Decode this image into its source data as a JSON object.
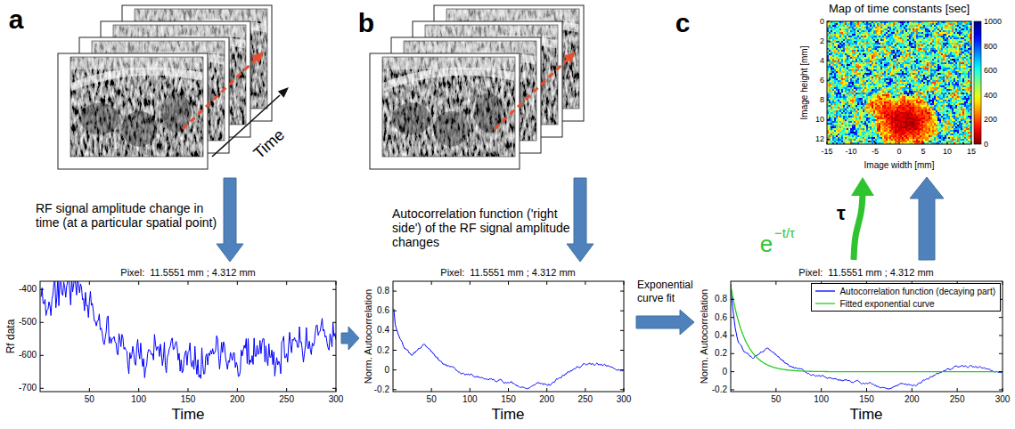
{
  "diagram": {
    "nodes": [
      {
        "text": [
          "Pixel:  11.5551 mm ; 4.312 mm",
          "Rf data",
          "Time"
        ]
      },
      {
        "text": [
          "Pixel:  11.5551 mm ; 4.312 mm",
          "Norm. Autocorrelation",
          "Time"
        ]
      },
      {
        "text": [
          "Map of time constants [sec]",
          "Image height [mm]",
          "Image width [mm]"
        ]
      },
      {
        "text": [
          "Pixel:  11.5551 mm ; 4.312 mm",
          "Norm. Autocorrelation",
          "Time"
        ]
      }
    ],
    "edges": [
      {
        "from": 0,
        "to": 1,
        "arrow": "to"
      },
      {
        "from": 1,
        "to": 3,
        "arrow": "to",
        "label": "Exponential curve fit"
      },
      {
        "from": 3,
        "to": 2,
        "arrow": "to"
      },
      {
        "from": 3,
        "to": 2,
        "arrow": "to"
      }
    ],
    "labels": [
      "a",
      "b",
      "c",
      "Time",
      "RF signal amplitude change in time (at a particular spatial point)",
      "Autocorrelation function ('right side') of the RF signal amplitude changes",
      "e",
      "−t/τ",
      "τ",
      "50",
      "100",
      "150",
      "200",
      "250",
      "300",
      "-400",
      "-500",
      "-600",
      "-700",
      "50",
      "100",
      "150",
      "200",
      "250",
      "300",
      "0.8",
      "0.6",
      "0.4",
      "0.2",
      "0",
      "-0.2",
      "50",
      "100",
      "150",
      "200",
      "250",
      "300",
      "0.8",
      "0.6",
      "0.4",
      "0.2",
      "0",
      "-0.2",
      "0",
      "2",
      "4",
      "6",
      "8",
      "10",
      "12",
      "-15",
      "-10",
      "-5",
      "0",
      "5",
      "10",
      "15",
      "1000",
      "800",
      "600",
      "400",
      "200",
      "0"
    ],
    "legend": [
      {
        "text": "Autocorrelation function (decaying part)"
      },
      {
        "text": "Fitted exponential curve"
      }
    ]
  }
}
